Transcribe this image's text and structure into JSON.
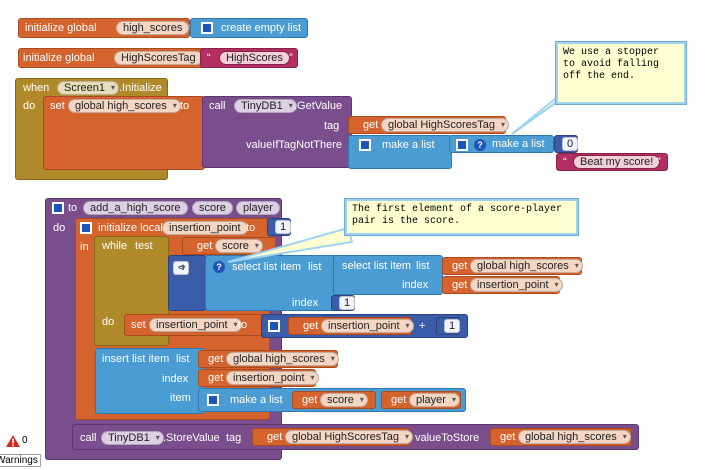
{
  "block1": {
    "init_global": "initialize global",
    "var": "high_scores",
    "to": "to",
    "create_empty_list": "create empty list"
  },
  "block2": {
    "init_global": "initialize global",
    "var": "HighScoresTag",
    "to": "to",
    "open_quote": "“",
    "text": "HighScores",
    "close_quote": "”"
  },
  "block3": {
    "when": "when",
    "component": "Screen1",
    "event": ".Initialize",
    "do": "do",
    "set": "set",
    "set_var": "global high_scores",
    "to": "to",
    "call": "call",
    "db": "TinyDB1",
    "method": ".GetValue",
    "tag_label": "tag",
    "get": "get",
    "tag_var": "global HighScoresTag",
    "value_if_label": "valueIfTagNotThere",
    "make_a_list": "make a list",
    "make_a_list_inner": "make a list",
    "zero": "0",
    "open_quote": "“",
    "beat_text": "Beat my score!",
    "close_quote": "”"
  },
  "comment1": {
    "text": "We use a stopper\nto avoid falling\noff the end."
  },
  "comment2": {
    "text": "The first element of a score-player\npair is the score."
  },
  "block4": {
    "to": "to",
    "proc_name": "add_a_high_score",
    "param1": "score",
    "param2": "player",
    "do": "do",
    "init_local": "initialize local",
    "local_var": "insertion_point",
    "local_to": "to",
    "one": "1",
    "in": "in",
    "while": "while",
    "test": "test",
    "get": "get",
    "get_score": "score",
    "lt": "<",
    "select1": "select list item",
    "list1": "list",
    "select2": "select list item",
    "list2": "list",
    "high_scores": "global high_scores",
    "index2_label": "index",
    "index2_var": "insertion_point",
    "index1_label": "index",
    "index1_val": "1",
    "do2": "do",
    "set": "set",
    "set_var": "insertion_point",
    "set_to": "to",
    "add_get_var": "insertion_point",
    "plus": "+",
    "add_one": "1",
    "insert": "insert list item",
    "insert_list_label": "list",
    "insert_list_var": "global high_scores",
    "insert_index_label": "index",
    "insert_index_var": "insertion_point",
    "insert_item_label": "item",
    "make_a_list": "make a list",
    "item_score": "score",
    "item_player": "player",
    "call": "call",
    "db": "TinyDB1",
    "method": ".StoreValue",
    "tag_label": "tag",
    "tag_var": "global HighScoresTag",
    "value_label": "valueToStore",
    "value_var": "global high_scores"
  },
  "warnings": {
    "count": "0",
    "label": "Warnings"
  }
}
